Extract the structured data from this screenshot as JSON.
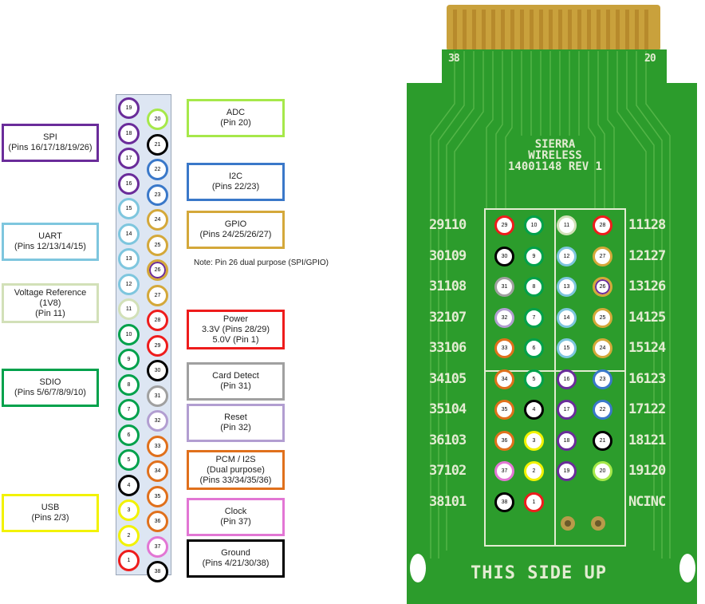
{
  "colors": {
    "spi": "#6a2c9a",
    "uart": "#7ec6de",
    "vref": "#d2e0b8",
    "sdio": "#00a14b",
    "usb": "#f2f200",
    "adc": "#a6e84a",
    "i2c": "#3a78c9",
    "gpio": "#d4a83a",
    "power": "#ee1c1c",
    "card_detect": "#a0a0a0",
    "reset": "#b29ed1",
    "pcm": "#e0701c",
    "clock": "#e276d4",
    "ground": "#000000"
  },
  "legend": {
    "spi": {
      "title": "SPI",
      "pins": "(Pins 16/17/18/19/26)"
    },
    "uart": {
      "title": "UART",
      "pins": "(Pins 12/13/14/15)"
    },
    "vref": {
      "title": "Voltage Reference",
      "line2": "(1V8)",
      "pins": "(Pin 11)"
    },
    "sdio": {
      "title": "SDIO",
      "pins": "(Pins 5/6/7/8/9/10)"
    },
    "usb": {
      "title": "USB",
      "pins": "(Pins 2/3)"
    },
    "adc": {
      "title": "ADC",
      "pins": "(Pin 20)"
    },
    "i2c": {
      "title": "I2C",
      "pins": "(Pins 22/23)"
    },
    "gpio": {
      "title": "GPIO",
      "pins": "(Pins 24/25/26/27)"
    },
    "note": "Note: Pin 26 dual purpose (SPI/GPIO)",
    "power": {
      "title": "Power",
      "line2": "3.3V (Pins 28/29)",
      "pins": "5.0V (Pin 1)"
    },
    "card_detect": {
      "title": "Card Detect",
      "pins": "(Pin 31)"
    },
    "reset": {
      "title": "Reset",
      "pins": "(Pin 32)"
    },
    "pcm": {
      "title": "PCM / I2S",
      "line2": "(Dual purpose)",
      "pins": "(Pins 33/34/35/36)"
    },
    "clock": {
      "title": "Clock",
      "pins": "(Pin 37)"
    },
    "ground": {
      "title": "Ground",
      "pins": "(Pins 4/21/30/38)"
    }
  },
  "strip_left_pins": [
    {
      "n": "19",
      "g": "spi"
    },
    {
      "n": "18",
      "g": "spi"
    },
    {
      "n": "17",
      "g": "spi"
    },
    {
      "n": "16",
      "g": "spi"
    },
    {
      "n": "15",
      "g": "uart"
    },
    {
      "n": "14",
      "g": "uart"
    },
    {
      "n": "13",
      "g": "uart"
    },
    {
      "n": "12",
      "g": "uart"
    },
    {
      "n": "11",
      "g": "vref"
    },
    {
      "n": "10",
      "g": "sdio"
    },
    {
      "n": "9",
      "g": "sdio"
    },
    {
      "n": "8",
      "g": "sdio"
    },
    {
      "n": "7",
      "g": "sdio"
    },
    {
      "n": "6",
      "g": "sdio"
    },
    {
      "n": "5",
      "g": "sdio"
    },
    {
      "n": "4",
      "g": "ground"
    },
    {
      "n": "3",
      "g": "usb"
    },
    {
      "n": "2",
      "g": "usb"
    },
    {
      "n": "1",
      "g": "power"
    }
  ],
  "strip_right_pins": [
    {
      "n": "20",
      "g": "adc"
    },
    {
      "n": "21",
      "g": "ground"
    },
    {
      "n": "22",
      "g": "i2c"
    },
    {
      "n": "23",
      "g": "i2c"
    },
    {
      "n": "24",
      "g": "gpio"
    },
    {
      "n": "25",
      "g": "gpio"
    },
    {
      "n": "26",
      "g": "gpio26"
    },
    {
      "n": "27",
      "g": "gpio"
    },
    {
      "n": "28",
      "g": "power"
    },
    {
      "n": "29",
      "g": "power"
    },
    {
      "n": "30",
      "g": "ground"
    },
    {
      "n": "31",
      "g": "card_detect"
    },
    {
      "n": "32",
      "g": "reset"
    },
    {
      "n": "33",
      "g": "pcm"
    },
    {
      "n": "34",
      "g": "pcm"
    },
    {
      "n": "35",
      "g": "pcm"
    },
    {
      "n": "36",
      "g": "pcm"
    },
    {
      "n": "37",
      "g": "clock"
    },
    {
      "n": "38",
      "g": "ground"
    }
  ],
  "board": {
    "corner_left": "38",
    "corner_right": "20",
    "title_lines": [
      "SIERRA",
      "WIRELESS",
      "14001148 REV 1"
    ],
    "bottom_text": "THIS SIDE UP",
    "left_labels": [
      "29110",
      "30109",
      "31108",
      "32107",
      "33106",
      "34105",
      "35104",
      "36103",
      "37102",
      "38101"
    ],
    "right_labels": [
      "11128",
      "12127",
      "13126",
      "14125",
      "15124",
      "16123",
      "17122",
      "18121",
      "19120",
      "NCINC"
    ],
    "col1": [
      {
        "n": "29",
        "g": "power"
      },
      {
        "n": "30",
        "g": "ground"
      },
      {
        "n": "31",
        "g": "card_detect"
      },
      {
        "n": "32",
        "g": "reset"
      },
      {
        "n": "33",
        "g": "pcm"
      },
      {
        "n": "34",
        "g": "pcm"
      },
      {
        "n": "35",
        "g": "pcm"
      },
      {
        "n": "36",
        "g": "pcm"
      },
      {
        "n": "37",
        "g": "clock"
      },
      {
        "n": "38",
        "g": "ground"
      }
    ],
    "col2": [
      {
        "n": "10",
        "g": "sdio"
      },
      {
        "n": "9",
        "g": "sdio"
      },
      {
        "n": "8",
        "g": "sdio"
      },
      {
        "n": "7",
        "g": "sdio"
      },
      {
        "n": "6",
        "g": "sdio"
      },
      {
        "n": "5",
        "g": "sdio"
      },
      {
        "n": "4",
        "g": "ground"
      },
      {
        "n": "3",
        "g": "usb"
      },
      {
        "n": "2",
        "g": "usb"
      },
      {
        "n": "1",
        "g": "power"
      }
    ],
    "col3": [
      {
        "n": "11",
        "g": "vref"
      },
      {
        "n": "12",
        "g": "uart"
      },
      {
        "n": "13",
        "g": "uart"
      },
      {
        "n": "14",
        "g": "uart"
      },
      {
        "n": "15",
        "g": "uart"
      },
      {
        "n": "16",
        "g": "spi"
      },
      {
        "n": "17",
        "g": "spi"
      },
      {
        "n": "18",
        "g": "spi"
      },
      {
        "n": "19",
        "g": "spi"
      },
      {
        "n": "",
        "g": "pad"
      }
    ],
    "col4": [
      {
        "n": "28",
        "g": "power"
      },
      {
        "n": "27",
        "g": "gpio"
      },
      {
        "n": "26",
        "g": "gpio26"
      },
      {
        "n": "25",
        "g": "gpio"
      },
      {
        "n": "24",
        "g": "gpio"
      },
      {
        "n": "23",
        "g": "i2c"
      },
      {
        "n": "22",
        "g": "i2c"
      },
      {
        "n": "21",
        "g": "ground"
      },
      {
        "n": "20",
        "g": "adc"
      },
      {
        "n": "",
        "g": "pad"
      }
    ]
  }
}
